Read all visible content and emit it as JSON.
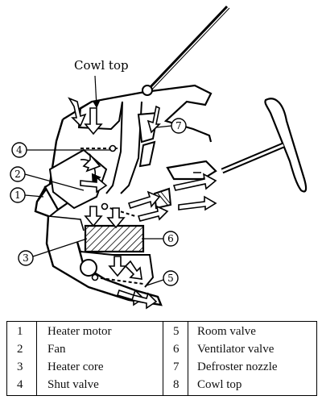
{
  "diagram": {
    "callout_label": "Cowl top",
    "markers": [
      {
        "num": "1"
      },
      {
        "num": "2"
      },
      {
        "num": "3"
      },
      {
        "num": "4"
      },
      {
        "num": "5"
      },
      {
        "num": "6"
      },
      {
        "num": "7"
      }
    ]
  },
  "legend": {
    "left": [
      {
        "num": "1",
        "label": "Heater motor"
      },
      {
        "num": "2",
        "label": "Fan"
      },
      {
        "num": "3",
        "label": "Heater core"
      },
      {
        "num": "4",
        "label": "Shut valve"
      }
    ],
    "right": [
      {
        "num": "5",
        "label": "Room valve"
      },
      {
        "num": "6",
        "label": "Ventilator valve"
      },
      {
        "num": "7",
        "label": "Defroster nozzle"
      },
      {
        "num": "8",
        "label": "Cowl top"
      }
    ]
  }
}
